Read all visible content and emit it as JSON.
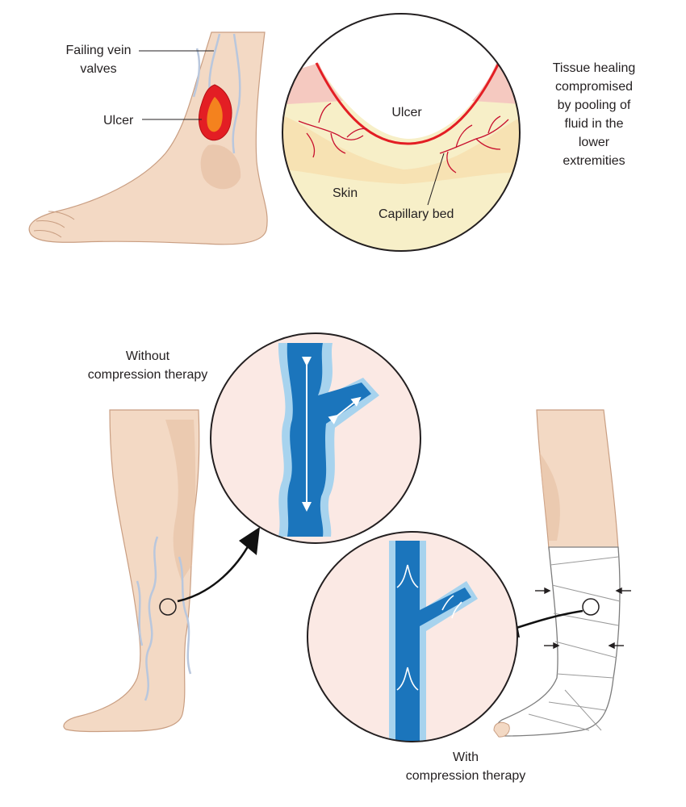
{
  "colors": {
    "skin": "#f3d9c4",
    "skin_shadow": "#e6bfa4",
    "skin_outline": "#c99e82",
    "vein_surface": "#b9c7dd",
    "ulcer_red": "#e31e24",
    "ulcer_inner": "#f7941d",
    "tissue_yellow": "#f7efc8",
    "tissue_band": "#f6dfae",
    "capillary": "#c8102e",
    "zoom_bg": "#fbe9e4",
    "vein_blue": "#1b75bc",
    "vein_wall": "#a7d3ee",
    "bandage": "#ffffff",
    "bandage_line": "#9a9a9a",
    "text": "#231f20"
  },
  "top": {
    "failing_valves_label": [
      "Failing vein",
      "valves"
    ],
    "ulcer_label": "Ulcer",
    "zoom": {
      "ulcer_label": "Ulcer",
      "skin_label": "Skin",
      "capillary_label": "Capillary bed"
    },
    "caption_lines": [
      "Tissue healing",
      "compromised",
      "by pooling of",
      "fluid in the",
      "lower",
      "extremities"
    ]
  },
  "bottom": {
    "without_label": [
      "Without",
      "compression therapy"
    ],
    "with_label": [
      "With",
      "compression therapy"
    ]
  }
}
